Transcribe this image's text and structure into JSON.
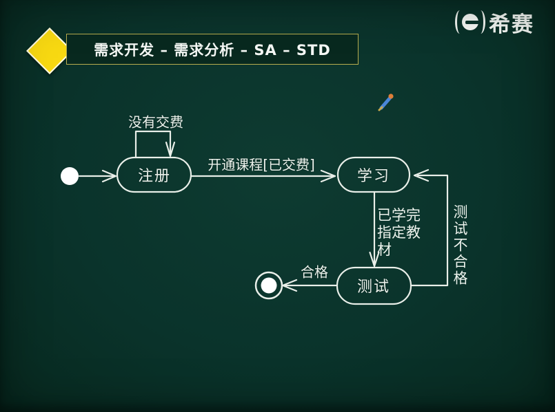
{
  "colors": {
    "background": "#0a332b",
    "accent_yellow": "#f8d912",
    "line": "#e9efe9",
    "title_border": "#b9ae4f"
  },
  "header": {
    "title": "需求开发 – 需求分析 – SA – STD",
    "logo_text": "希赛"
  },
  "diagram": {
    "type": "uml-state-transition-diagram",
    "states": [
      {
        "id": "initial",
        "kind": "initial-pseudostate",
        "label": ""
      },
      {
        "id": "register",
        "kind": "state",
        "label": "注册"
      },
      {
        "id": "study",
        "kind": "state",
        "label": "学习"
      },
      {
        "id": "test",
        "kind": "state",
        "label": "测试"
      },
      {
        "id": "final",
        "kind": "final-state",
        "label": ""
      }
    ],
    "transitions": [
      {
        "from": "initial",
        "to": "register",
        "label": ""
      },
      {
        "from": "register",
        "to": "register",
        "label": "没有交费"
      },
      {
        "from": "register",
        "to": "study",
        "label": "开通课程[已交费]"
      },
      {
        "from": "study",
        "to": "test",
        "label": "已学完指定教材"
      },
      {
        "from": "test",
        "to": "study",
        "label": "测试不合格"
      },
      {
        "from": "test",
        "to": "final",
        "label": "合格"
      }
    ]
  }
}
